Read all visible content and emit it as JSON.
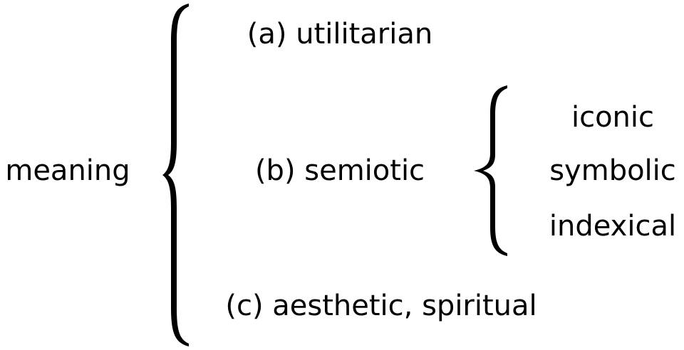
{
  "root": "meaning",
  "branches": [
    {
      "label": "(a) utilitarian"
    },
    {
      "label": "(b) semiotic",
      "children": [
        "iconic",
        "symbolic",
        "indexical"
      ]
    },
    {
      "label": "(c) aesthetic, spiritual"
    }
  ]
}
